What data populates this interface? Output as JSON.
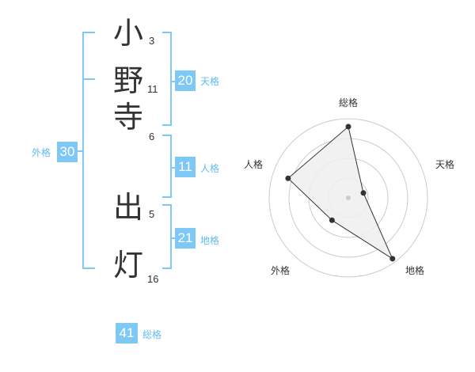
{
  "name": {
    "characters": [
      {
        "char": "小",
        "strokes": "3"
      },
      {
        "char": "野",
        "strokes": "11"
      },
      {
        "char": "寺",
        "strokes": "6"
      },
      {
        "char": "出",
        "strokes": "5"
      },
      {
        "char": "灯",
        "strokes": "16"
      }
    ]
  },
  "fortune": {
    "tenkaku": {
      "value": "20",
      "label": "天格"
    },
    "jinkaku": {
      "value": "11",
      "label": "人格"
    },
    "chikaku": {
      "value": "21",
      "label": "地格"
    },
    "gaikaku": {
      "value": "30",
      "label": "外格"
    },
    "soukaku": {
      "value": "41",
      "label": "総格"
    }
  },
  "chart_data": {
    "type": "radar",
    "axes": [
      "総格",
      "天格",
      "地格",
      "外格",
      "人格"
    ],
    "values": [
      0.9,
      0.2,
      0.95,
      0.35,
      0.8
    ],
    "rings": 4,
    "colors": {
      "fill": "#efefef",
      "stroke": "#333333",
      "grid": "#cccccc",
      "accent": "#7ec8f5"
    }
  }
}
